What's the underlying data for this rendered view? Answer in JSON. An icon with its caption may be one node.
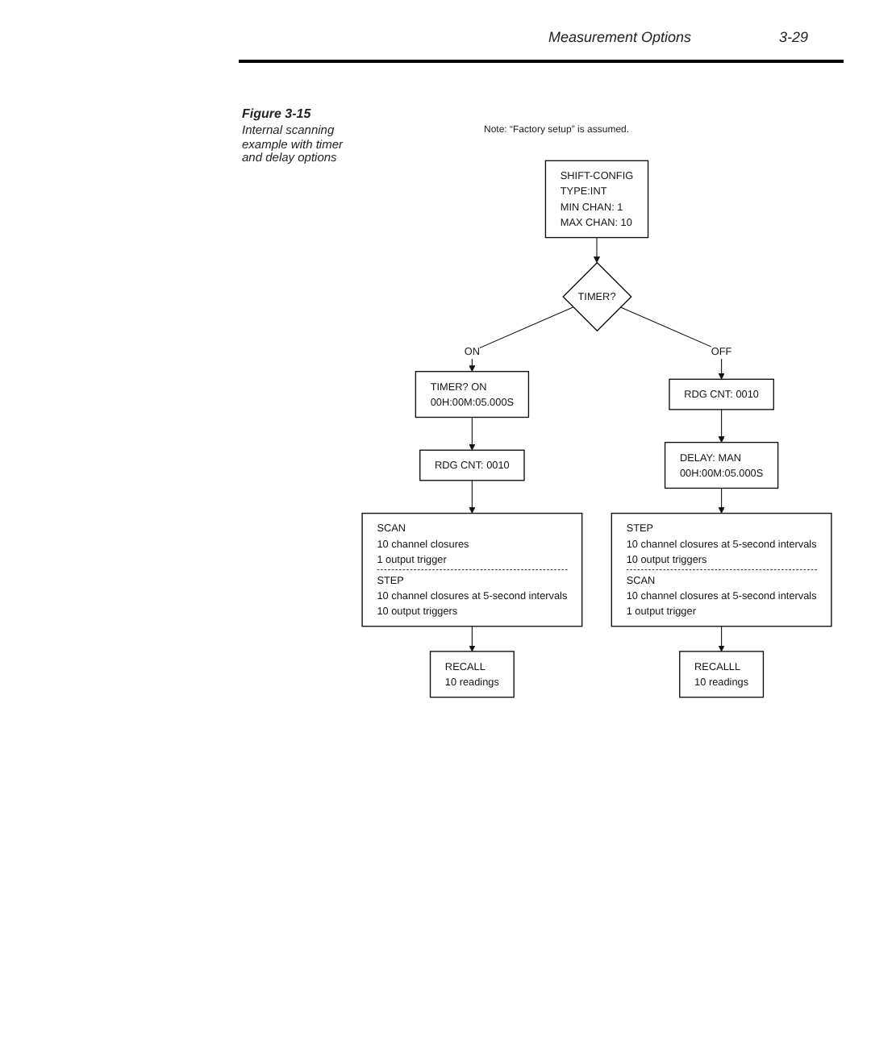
{
  "diagram": {
    "title": "Figure 3-15",
    "caption": "Internal scanning example with timer and delay options",
    "nodes": [
      {
        "text": [
          "SHIFT-CONFIG",
          "TYPE:INT",
          "MIN CHAN: 1",
          "MAX CHAN: 10"
        ]
      },
      {
        "text": [
          "TIMER?"
        ]
      },
      {
        "text": [
          "TIMER? ON",
          "00H:00M:05.000S"
        ]
      },
      {
        "text": [
          "RDG CNT: 0010"
        ]
      },
      {
        "text": [
          "SCAN",
          "10 channel closures",
          "1 output trigger",
          "STEP",
          "10 channel closures at 5-second intervals",
          "10 output triggers"
        ]
      },
      {
        "text": [
          "RECALL",
          "10 readings"
        ]
      },
      {
        "text": [
          "RDG CNT: 0010"
        ]
      },
      {
        "text": [
          "DELAY: MAN",
          "00H:00M:05.000S"
        ]
      },
      {
        "text": [
          "STEP",
          "10 channel closures at 5-second intervals",
          "10 output triggers",
          "SCAN",
          "10 channel closures at 5-second intervals",
          "1 output trigger"
        ]
      },
      {
        "text": [
          "RECALLL",
          "10 readings"
        ]
      }
    ],
    "edges": [
      {
        "from": 0,
        "to": 1,
        "arrow": "to"
      },
      {
        "from": 1,
        "to": 2,
        "arrow": "to",
        "label": "ON"
      },
      {
        "from": 1,
        "to": 6,
        "arrow": "to",
        "label": "OFF"
      },
      {
        "from": 2,
        "to": 3,
        "arrow": "to"
      },
      {
        "from": 3,
        "to": 4,
        "arrow": "to"
      },
      {
        "from": 4,
        "to": 5,
        "arrow": "to"
      },
      {
        "from": 6,
        "to": 7,
        "arrow": "to"
      },
      {
        "from": 7,
        "to": 8,
        "arrow": "to"
      },
      {
        "from": 8,
        "to": 9,
        "arrow": "to"
      }
    ],
    "labels": [
      "Measurement Options",
      "3-29",
      "Note: “Factory setup” is assumed."
    ]
  }
}
